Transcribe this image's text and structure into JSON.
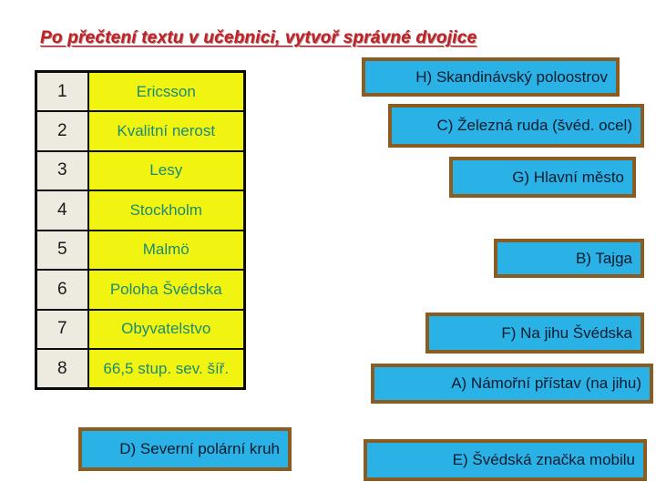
{
  "title": "Po přečtení textu v učebnici, vytvoř správné dvojice",
  "colors": {
    "title_red": "#bf2126",
    "cell_yellow": "#f1f411",
    "cell_text_teal": "#1b8a76",
    "number_cell_bg": "#edebdf",
    "answer_blue": "#2ab2e7",
    "answer_border_brown": "#8a5c22",
    "answer_text": "#0e1b2c"
  },
  "table": {
    "rows": [
      {
        "num": "1",
        "label": "Ericsson"
      },
      {
        "num": "2",
        "label": "Kvalitní nerost"
      },
      {
        "num": "3",
        "label": "Lesy"
      },
      {
        "num": "4",
        "label": "Stockholm"
      },
      {
        "num": "5",
        "label": "Malmö"
      },
      {
        "num": "6",
        "label": "Poloha Švédska"
      },
      {
        "num": "7",
        "label": "Obyvatelstvo"
      },
      {
        "num": "8",
        "label": "66,5 stup. sev. šíř."
      }
    ]
  },
  "answers": [
    {
      "id": "H",
      "label": "H) Skandinávský poloostrov"
    },
    {
      "id": "C",
      "label": "C) Železná ruda (švéd. ocel)"
    },
    {
      "id": "G",
      "label": "G) Hlavní město"
    },
    {
      "id": "B",
      "label": "B) Tajga"
    },
    {
      "id": "F",
      "label": "F) Na jihu Švédska"
    },
    {
      "id": "A",
      "label": "A) Námořní přístav (na jihu)"
    },
    {
      "id": "D",
      "label": "D) Severní polární kruh"
    },
    {
      "id": "E",
      "label": "E) Švédská značka mobilu"
    }
  ]
}
